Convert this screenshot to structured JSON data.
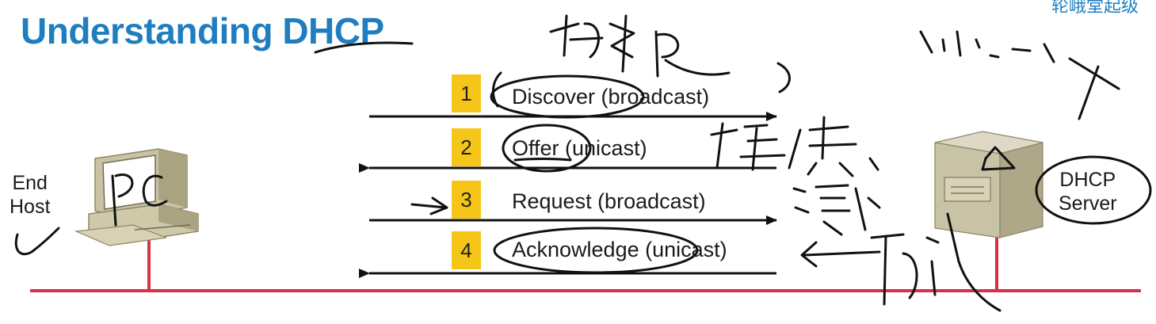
{
  "slide": {
    "title": "Understanding DHCP",
    "corner_text": "轮峨堂起级"
  },
  "nodes": {
    "end_host": [
      "End",
      "Host"
    ],
    "server": [
      "DHCP",
      "Server"
    ]
  },
  "steps": [
    {
      "num": "1",
      "label": "Discover (broadcast)",
      "direction": "to-server"
    },
    {
      "num": "2",
      "label": "Offer (unicast)",
      "direction": "to-host"
    },
    {
      "num": "3",
      "label": "Request (broadcast)",
      "direction": "to-server"
    },
    {
      "num": "4",
      "label": "Acknowledge (unicast)",
      "direction": "to-host"
    }
  ],
  "colors": {
    "title": "#1f7ec0",
    "step_badge": "#f5c518",
    "network_line": "#d9304a",
    "ink": "#111111"
  }
}
